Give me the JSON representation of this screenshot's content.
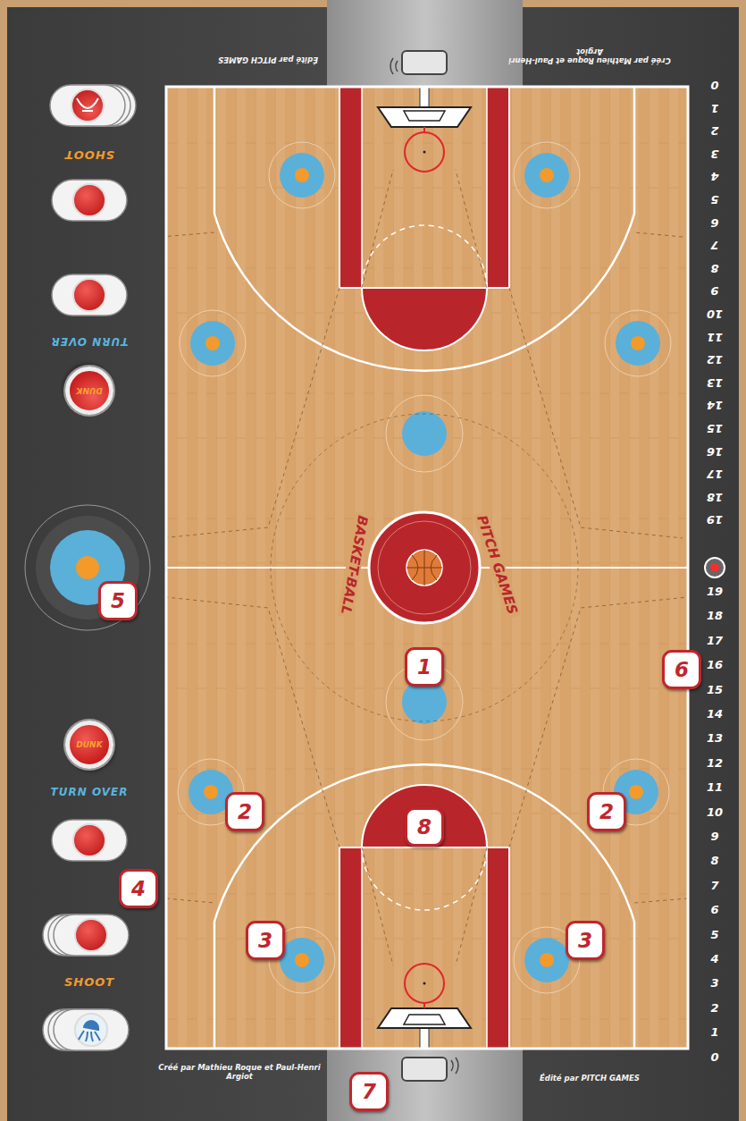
{
  "diagram": {
    "nodes": [
      {
        "text": [
          "DUNK"
        ]
      },
      {
        "text": [
          "DUNK"
        ]
      }
    ],
    "labels": [
      "Édité par PITCH GAMES",
      "Créé par Mathieu Roque et Paul-Henri Argiot",
      "SHOOT",
      "TURN OVER",
      "BASKET-BALL",
      "PITCH GAMES",
      "0",
      "1",
      "2",
      "3",
      "4",
      "5",
      "6",
      "7",
      "8",
      "9",
      "10",
      "11",
      "12",
      "13",
      "14",
      "15",
      "16",
      "17",
      "18",
      "19",
      "19",
      "18",
      "17",
      "16",
      "15",
      "14",
      "13",
      "12",
      "11",
      "10",
      "9",
      "8",
      "7",
      "6",
      "5",
      "4",
      "3",
      "2",
      "1",
      "0",
      "TURN OVER",
      "SHOOT",
      "Créé par Mathieu Roque et Paul-Henri Argiot",
      "Édité par PITCH GAMES",
      "1",
      "2",
      "2",
      "3",
      "3",
      "4",
      "5",
      "6",
      "7",
      "8"
    ]
  }
}
